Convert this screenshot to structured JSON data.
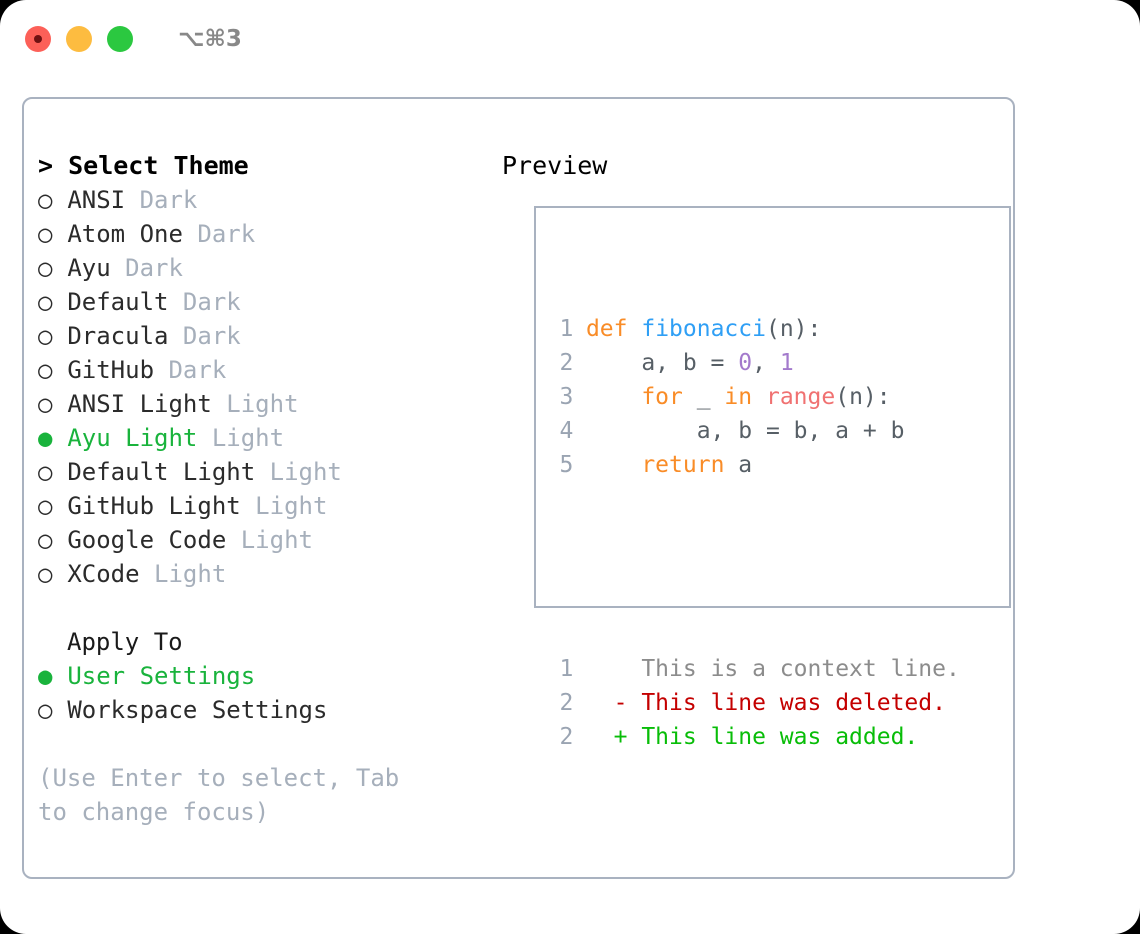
{
  "titlebar": {
    "shortcut": "⌥⌘3",
    "lights": [
      "close",
      "minimize",
      "zoom"
    ]
  },
  "theme_picker": {
    "header": "> Select Theme",
    "items": [
      {
        "bullet": "○",
        "name": "ANSI",
        "variant": "Dark",
        "selected": false
      },
      {
        "bullet": "○",
        "name": "Atom One",
        "variant": "Dark",
        "selected": false
      },
      {
        "bullet": "○",
        "name": "Ayu",
        "variant": "Dark",
        "selected": false
      },
      {
        "bullet": "○",
        "name": "Default",
        "variant": "Dark",
        "selected": false
      },
      {
        "bullet": "○",
        "name": "Dracula",
        "variant": "Dark",
        "selected": false
      },
      {
        "bullet": "○",
        "name": "GitHub",
        "variant": "Dark",
        "selected": false
      },
      {
        "bullet": "○",
        "name": "ANSI Light",
        "variant": "Light",
        "selected": false
      },
      {
        "bullet": "●",
        "name": "Ayu Light",
        "variant": "Light",
        "selected": true
      },
      {
        "bullet": "○",
        "name": "Default Light",
        "variant": "Light",
        "selected": false
      },
      {
        "bullet": "○",
        "name": "GitHub Light",
        "variant": "Light",
        "selected": false
      },
      {
        "bullet": "○",
        "name": "Google Code",
        "variant": "Light",
        "selected": false
      },
      {
        "bullet": "○",
        "name": "XCode",
        "variant": "Light",
        "selected": false
      }
    ]
  },
  "apply_to": {
    "header": "Apply To",
    "items": [
      {
        "bullet": "●",
        "label": "User Settings",
        "selected": true
      },
      {
        "bullet": "○",
        "label": "Workspace Settings",
        "selected": false
      }
    ]
  },
  "hint": "(Use Enter to select, Tab to change focus)",
  "preview": {
    "title": "Preview",
    "code_lines": [
      {
        "n": "1",
        "tokens": [
          {
            "t": "def",
            "c": "kw"
          },
          {
            "t": " ",
            "c": "pl"
          },
          {
            "t": "fibonacci",
            "c": "fn"
          },
          {
            "t": "(n):",
            "c": "pl"
          }
        ]
      },
      {
        "n": "2",
        "tokens": [
          {
            "t": "    a, b = ",
            "c": "pl"
          },
          {
            "t": "0",
            "c": "num"
          },
          {
            "t": ", ",
            "c": "pl"
          },
          {
            "t": "1",
            "c": "num"
          }
        ]
      },
      {
        "n": "3",
        "tokens": [
          {
            "t": "    ",
            "c": "pl"
          },
          {
            "t": "for",
            "c": "kw"
          },
          {
            "t": " _ ",
            "c": "pl"
          },
          {
            "t": "in",
            "c": "kw"
          },
          {
            "t": " ",
            "c": "pl"
          },
          {
            "t": "range",
            "c": "bi"
          },
          {
            "t": "(n):",
            "c": "pl"
          }
        ]
      },
      {
        "n": "4",
        "tokens": [
          {
            "t": "        a, b = b, a + b",
            "c": "pl"
          }
        ]
      },
      {
        "n": "5",
        "tokens": [
          {
            "t": "    ",
            "c": "pl"
          },
          {
            "t": "return",
            "c": "kw"
          },
          {
            "t": " a",
            "c": "pl"
          }
        ]
      }
    ],
    "diff_lines": [
      {
        "n": "1",
        "marker": " ",
        "text": " This is a context line.",
        "kind": "ctx"
      },
      {
        "n": "2",
        "marker": "-",
        "text": " This line was deleted.",
        "kind": "del"
      },
      {
        "n": "2",
        "marker": "+",
        "text": " This line was added.",
        "kind": "add"
      }
    ]
  },
  "colors": {
    "accent_green": "#19b33c",
    "muted": "#a6afbb",
    "border": "#a9b2c0",
    "keyword": "#f98c27",
    "function": "#2f9ff5",
    "number": "#a37acc",
    "builtin": "#f07171",
    "plain": "#575f66",
    "line_number": "#9aa4b2",
    "diff_added": "#08bd08",
    "diff_deleted": "#c40000",
    "diff_context": "#8c8c8c",
    "light_red": "#fc6058",
    "light_yellow": "#fdbc40",
    "light_green": "#2bc840"
  }
}
